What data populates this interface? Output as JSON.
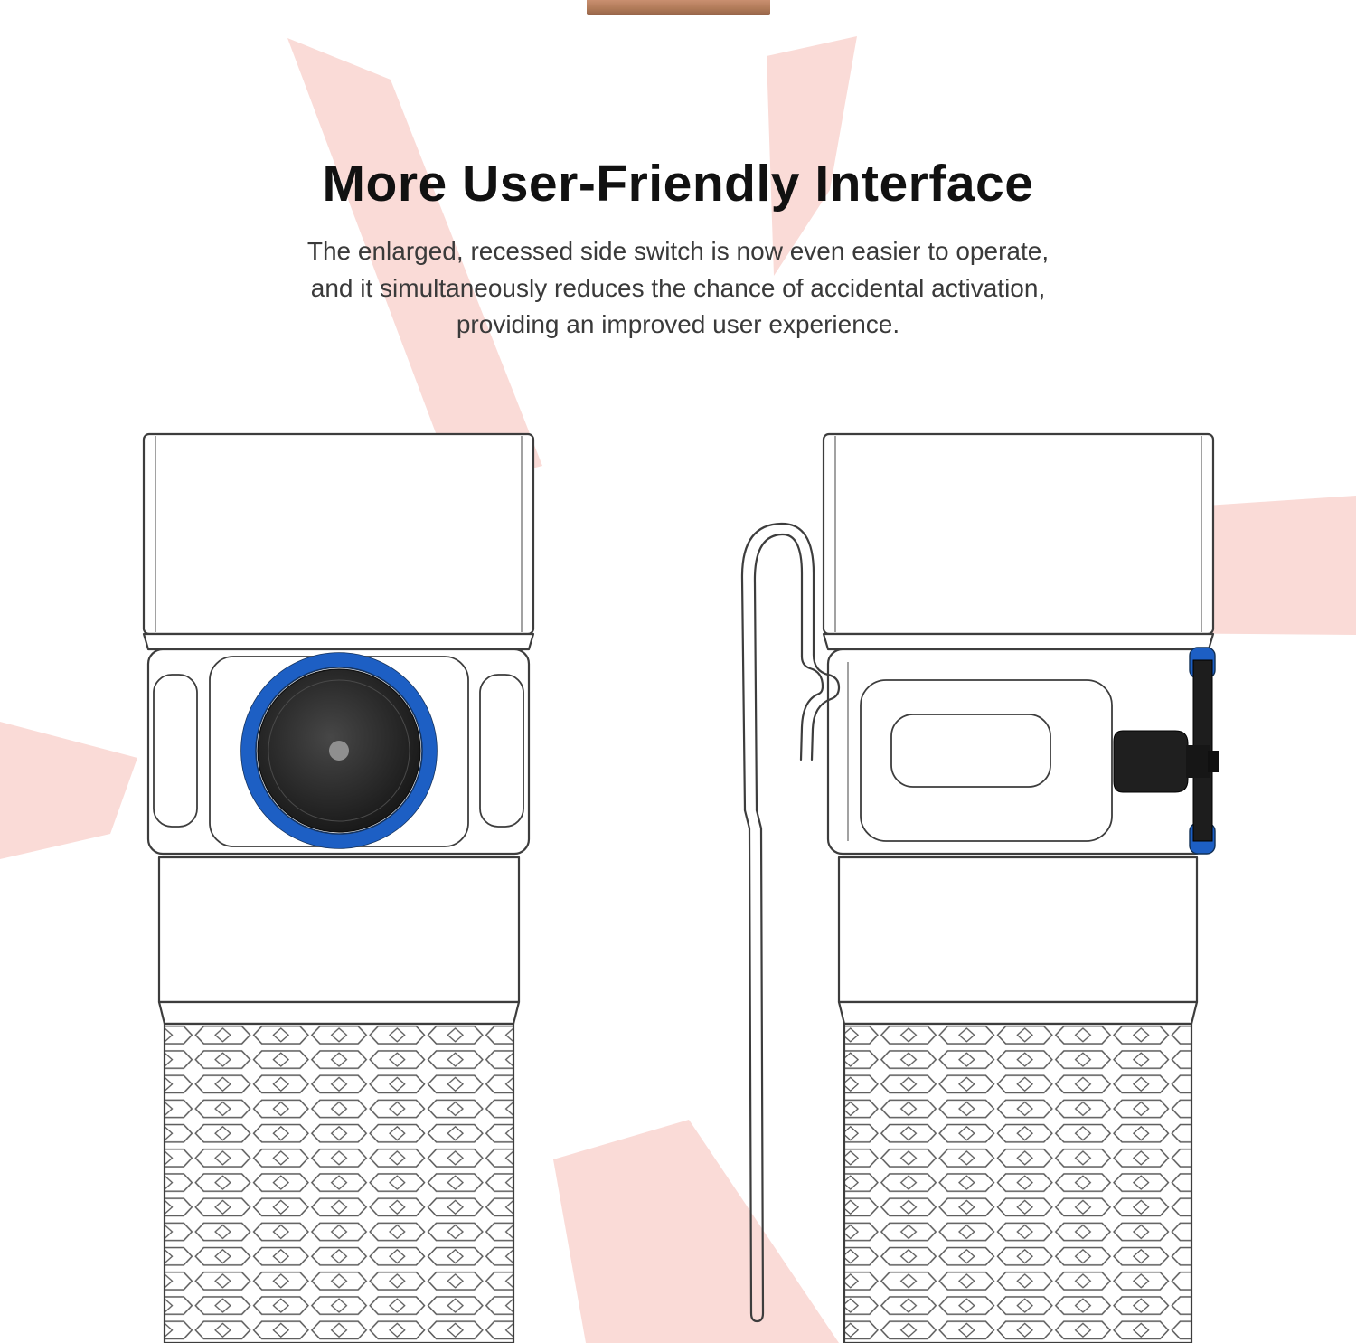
{
  "header": {
    "title": "More User-Friendly Interface",
    "description_lines": [
      "The enlarged, recessed side switch is now even easier to operate,",
      "and it simultaneously reduces the chance of accidental activation,",
      "providing an improved user experience."
    ]
  },
  "colors": {
    "accent_blue": "#1d5fc4",
    "switch_black": "#222222",
    "outline_gray": "#3d3d3d",
    "watermark_pink": "#fadbd7",
    "copper_bar": "#b8825f",
    "background": "#ffffff"
  }
}
